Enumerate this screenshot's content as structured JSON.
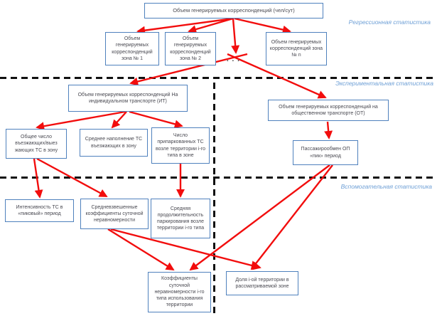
{
  "diagram": {
    "title_node": "Объем генерируемых корреспонденций (чел/сут)",
    "section_labels": {
      "regression": "Регрессионная статистика",
      "experimental": "Экспериментальная статистика",
      "auxiliary": "Вспомогательная статистика"
    },
    "nodes": {
      "total": "Объем генерируемых корреспонденций (чел/сут)",
      "zone1": "Объем генерируемых корреспонденций зона № 1",
      "zone2": "Объем генерируемых корреспонденций зона № 2",
      "zonen": "Объем генерируемых корреспонденций зона № n",
      "ellipsis": ". . .",
      "individual_transport": "Объем генерируемых корреспонденций На индивидуальном транспорте (ИТ)",
      "public_transport": "Объем генерируемых корреспонденций на общественном транспорте (ОТ)",
      "vehicles_in_out": "Общее число въезжающих/выез жающих ТС  в зону",
      "avg_occupancy": "Среднее наполнение ТС въезжающих в зону",
      "parked_vehicles": "Число припаркованных ТС возле территории i-го типа в зоне",
      "passenger_exchange": "Пассажирообмен  ОП «пик» период",
      "intensity": "Интенсивность ТС  в «пиковый» период",
      "weighted_coeffs": "Средневзвешенные коэффициенты суточной неравномерности",
      "parking_duration": "Средняя продолжительность паркирования возле территории i-го типа",
      "daily_coeffs": "Коэффициенты суточной неравномерности i-го типа использования территории",
      "territory_share": "Доля i-ой территории в рассматриваемой зоне"
    },
    "colors": {
      "box_border": "#4f81bd",
      "box_text": "#4a4a52",
      "arrow": "#f20d0d",
      "section_label": "#6fa0d6",
      "divider": "#111111"
    },
    "edges": [
      [
        328,
        26,
        194,
        44
      ],
      [
        328,
        26,
        266,
        44
      ],
      [
        328,
        26,
        332,
        74
      ],
      [
        330,
        26,
        408,
        44
      ],
      [
        348,
        76,
        184,
        117
      ],
      [
        320,
        76,
        458,
        137
      ],
      [
        176,
        157,
        52,
        179
      ],
      [
        178,
        157,
        158,
        179
      ],
      [
        182,
        157,
        256,
        177
      ],
      [
        48,
        223,
        56,
        277
      ],
      [
        52,
        223,
        150,
        276
      ],
      [
        254,
        230,
        254,
        276
      ],
      [
        461,
        171,
        463,
        194
      ],
      [
        152,
        322,
        244,
        379
      ],
      [
        156,
        322,
        366,
        376
      ],
      [
        464,
        232,
        268,
        379
      ],
      [
        468,
        232,
        354,
        378
      ]
    ]
  }
}
